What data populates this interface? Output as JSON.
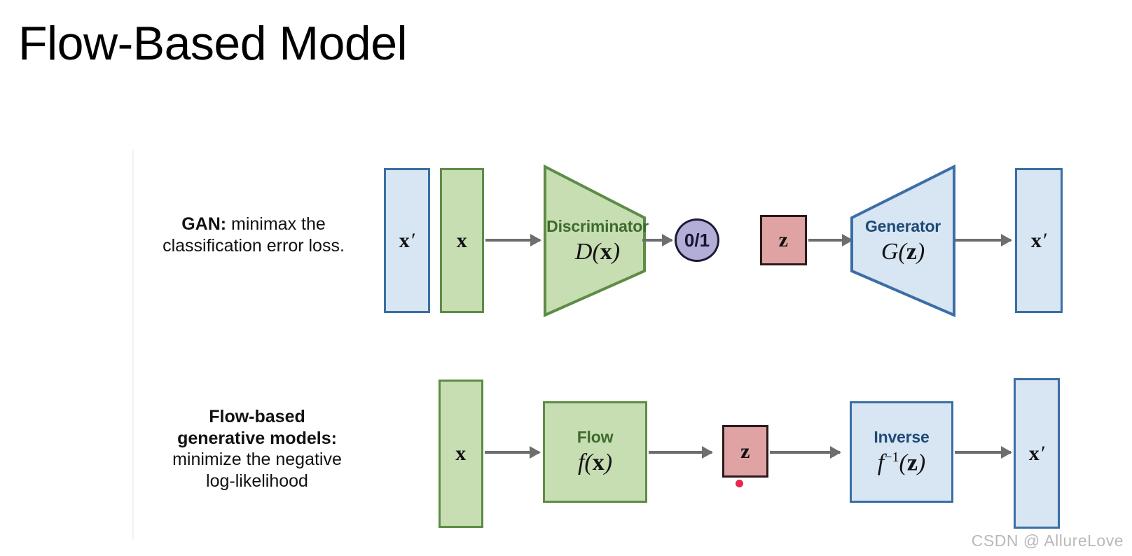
{
  "slide": {
    "title": "Flow-Based Model",
    "background": "#ffffff"
  },
  "colors": {
    "blue_fill": "#d8e5f3",
    "blue_border": "#3a6ea5",
    "green_fill": "#c7ddb2",
    "green_border": "#5d8c46",
    "pink_fill": "#e0a3a3",
    "pink_border": "#2b1a1a",
    "purple_fill": "#b3aed8",
    "purple_border": "#1b1b38",
    "arrow": "#6e6e6e",
    "title_green_text": "#3d6b2e",
    "title_blue_text": "#1f4a77",
    "cursor_dot": "#e8274b",
    "watermark": "#b9b9b9"
  },
  "captions": {
    "gan": {
      "bold": "GAN:",
      "rest": " minimax the classification error loss."
    },
    "flow": {
      "line1": "Flow-based",
      "line2": "generative models:",
      "line3": "minimize the negative",
      "line4": "log-likelihood"
    }
  },
  "gan_row": {
    "x_prime_in": {
      "label": "x",
      "prime": "′"
    },
    "x_in": {
      "label": "x"
    },
    "discriminator": {
      "title": "Discriminator",
      "math_fn": "D",
      "math_arg": "x"
    },
    "output": {
      "label": "0/1"
    },
    "z": {
      "label": "z"
    },
    "generator": {
      "title": "Generator",
      "math_fn": "G",
      "math_arg": "z"
    },
    "x_prime_out": {
      "label": "x",
      "prime": "′"
    }
  },
  "flow_row": {
    "x_in": {
      "label": "x"
    },
    "flow": {
      "title": "Flow",
      "math_fn": "f",
      "math_arg": "x"
    },
    "z": {
      "label": "z"
    },
    "inverse": {
      "title": "Inverse",
      "math_fn": "f",
      "math_exp": "−1",
      "math_arg": "z"
    },
    "x_prime_out": {
      "label": "x",
      "prime": "′"
    }
  },
  "watermark": {
    "text": "CSDN @ AllureLove"
  }
}
